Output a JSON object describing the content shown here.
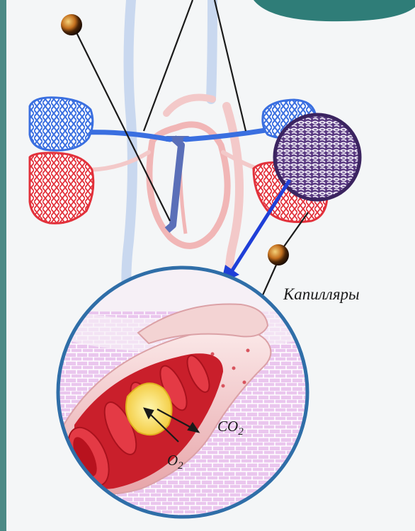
{
  "labels": {
    "capillaries": "Капилляры",
    "co2_base": "CO",
    "co2_sub": "2",
    "o2_base": "O",
    "o2_sub": "2"
  },
  "colors": {
    "left_bar": "#4c8a86",
    "top_shape": "#2f7d78",
    "vein_blue": "#3a6fe0",
    "artery_red": "#e2313b",
    "magnifier_purple": "#5a3a82",
    "magnifier_ring": "#2f6ea8",
    "pointer_arrow": "#1f3fd8",
    "tissue_pink": "#e6b7e8"
  },
  "icons": [
    "pointer-ball-icon",
    "pointer-ball-icon",
    "magnifier-circle-icon",
    "arrow-icon"
  ]
}
